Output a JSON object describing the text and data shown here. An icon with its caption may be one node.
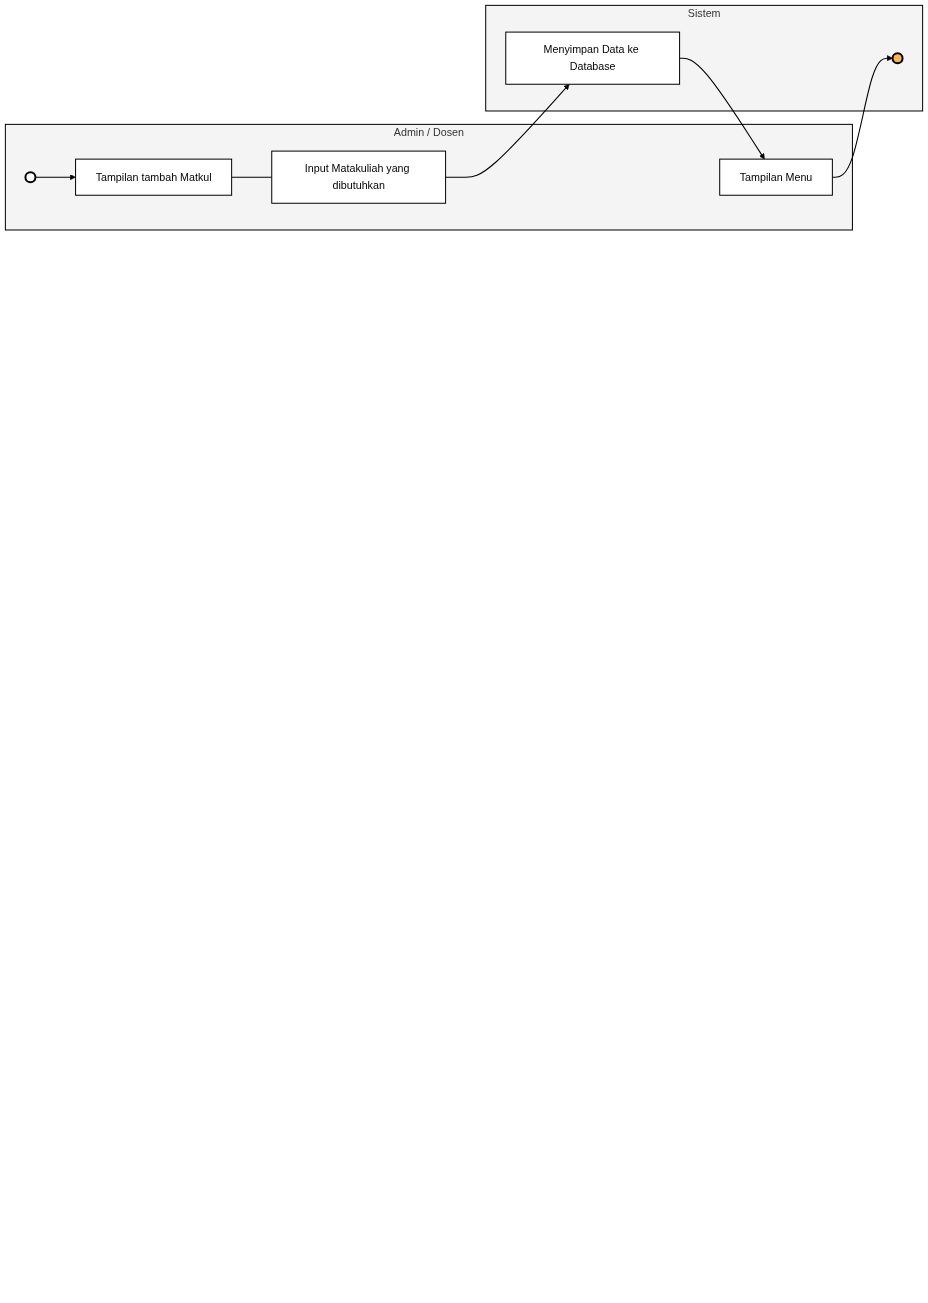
{
  "diagram": {
    "nodes": [
      {
        "text": [
          "Admin / Dosen"
        ]
      },
      {
        "text": [
          "Sistem"
        ]
      },
      {
        "text": [],
        "shape": "circle",
        "in": 0
      },
      {
        "text": [
          "Tampilan tambah Matkul"
        ],
        "in": 0
      },
      {
        "text": [
          "Input Matakuliah yang dibutuhkan"
        ],
        "in": 0
      },
      {
        "text": [
          "Menyimpan Data ke Database"
        ],
        "in": 1
      },
      {
        "text": [
          "Tampilan Menu"
        ],
        "in": 0
      },
      {
        "text": [],
        "shape": "circle",
        "in": 1
      }
    ],
    "edges": [
      {
        "from": 2,
        "to": 3,
        "arrow": "to"
      },
      {
        "from": 3,
        "to": 4,
        "arrow": "none"
      },
      {
        "from": 4,
        "to": 5,
        "arrow": "to"
      },
      {
        "from": 5,
        "to": 6,
        "arrow": "to"
      },
      {
        "from": 6,
        "to": 7,
        "arrow": "to"
      }
    ]
  }
}
